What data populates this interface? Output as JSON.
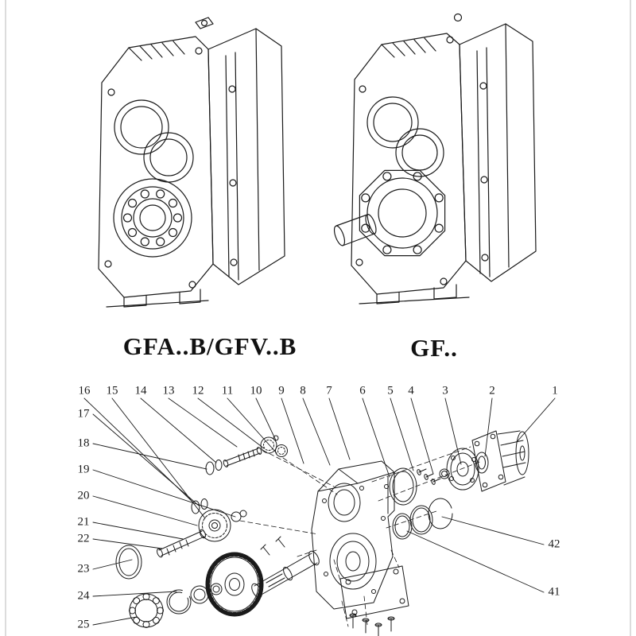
{
  "colors": {
    "line": "#1a1a1a",
    "background": "#ffffff",
    "frame": "#dcdcdc"
  },
  "labels": {
    "left_model": "GFA..B/GFV..B",
    "right_model": "GF.."
  },
  "exploded": {
    "top_row": [
      "16",
      "15",
      "14",
      "13",
      "12",
      "11",
      "10",
      "9",
      "8",
      "7",
      "6",
      "5",
      "4",
      "3",
      "2",
      "1"
    ],
    "left_column": [
      "17",
      "18",
      "19",
      "20",
      "21",
      "22",
      "23",
      "24",
      "25"
    ],
    "right_column": [
      "42",
      "41"
    ]
  },
  "drawings": {
    "left_icon": "gear-reducer-isometric-drawing",
    "right_icon": "gear-reducer-output-shaft-drawing",
    "bottom_icon": "exploded-parts-diagram"
  }
}
